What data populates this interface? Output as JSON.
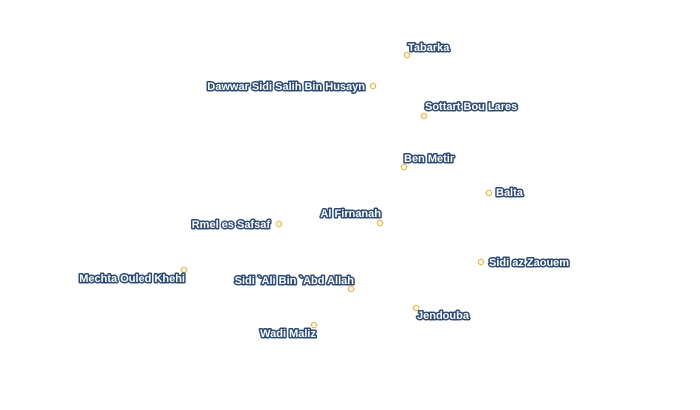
{
  "map": {
    "marker_fill": "#ffffff",
    "marker_stroke": "#e8b84a",
    "label_fill": "#ffffff",
    "label_halo": "#2c4a72",
    "places": [
      {
        "id": "tabarka",
        "name": "Tabarka"
      },
      {
        "id": "dawwar-sidi-salih-bin-husayn",
        "name": "Dawwar Sidi Salih Bin Husayn"
      },
      {
        "id": "sottart-bou-lares",
        "name": "Sottart Bou Lares"
      },
      {
        "id": "ben-metir",
        "name": "Ben Metir"
      },
      {
        "id": "balta",
        "name": "Balta"
      },
      {
        "id": "al-firnanah",
        "name": "Al Firnanah"
      },
      {
        "id": "rmel-es-safsaf",
        "name": "Rmel es Safsaf"
      },
      {
        "id": "sidi-az-zaouem",
        "name": "Sidi az Zaouem"
      },
      {
        "id": "mechta-ouled-khehi",
        "name": "Mechta Ouled Khehi"
      },
      {
        "id": "sidi-ali-bin-abd-allah",
        "name": "Sidi `Ali Bin `Abd Allah"
      },
      {
        "id": "jendouba",
        "name": "Jendouba"
      },
      {
        "id": "wadi-maliz",
        "name": "Wadi Maliz"
      }
    ]
  }
}
